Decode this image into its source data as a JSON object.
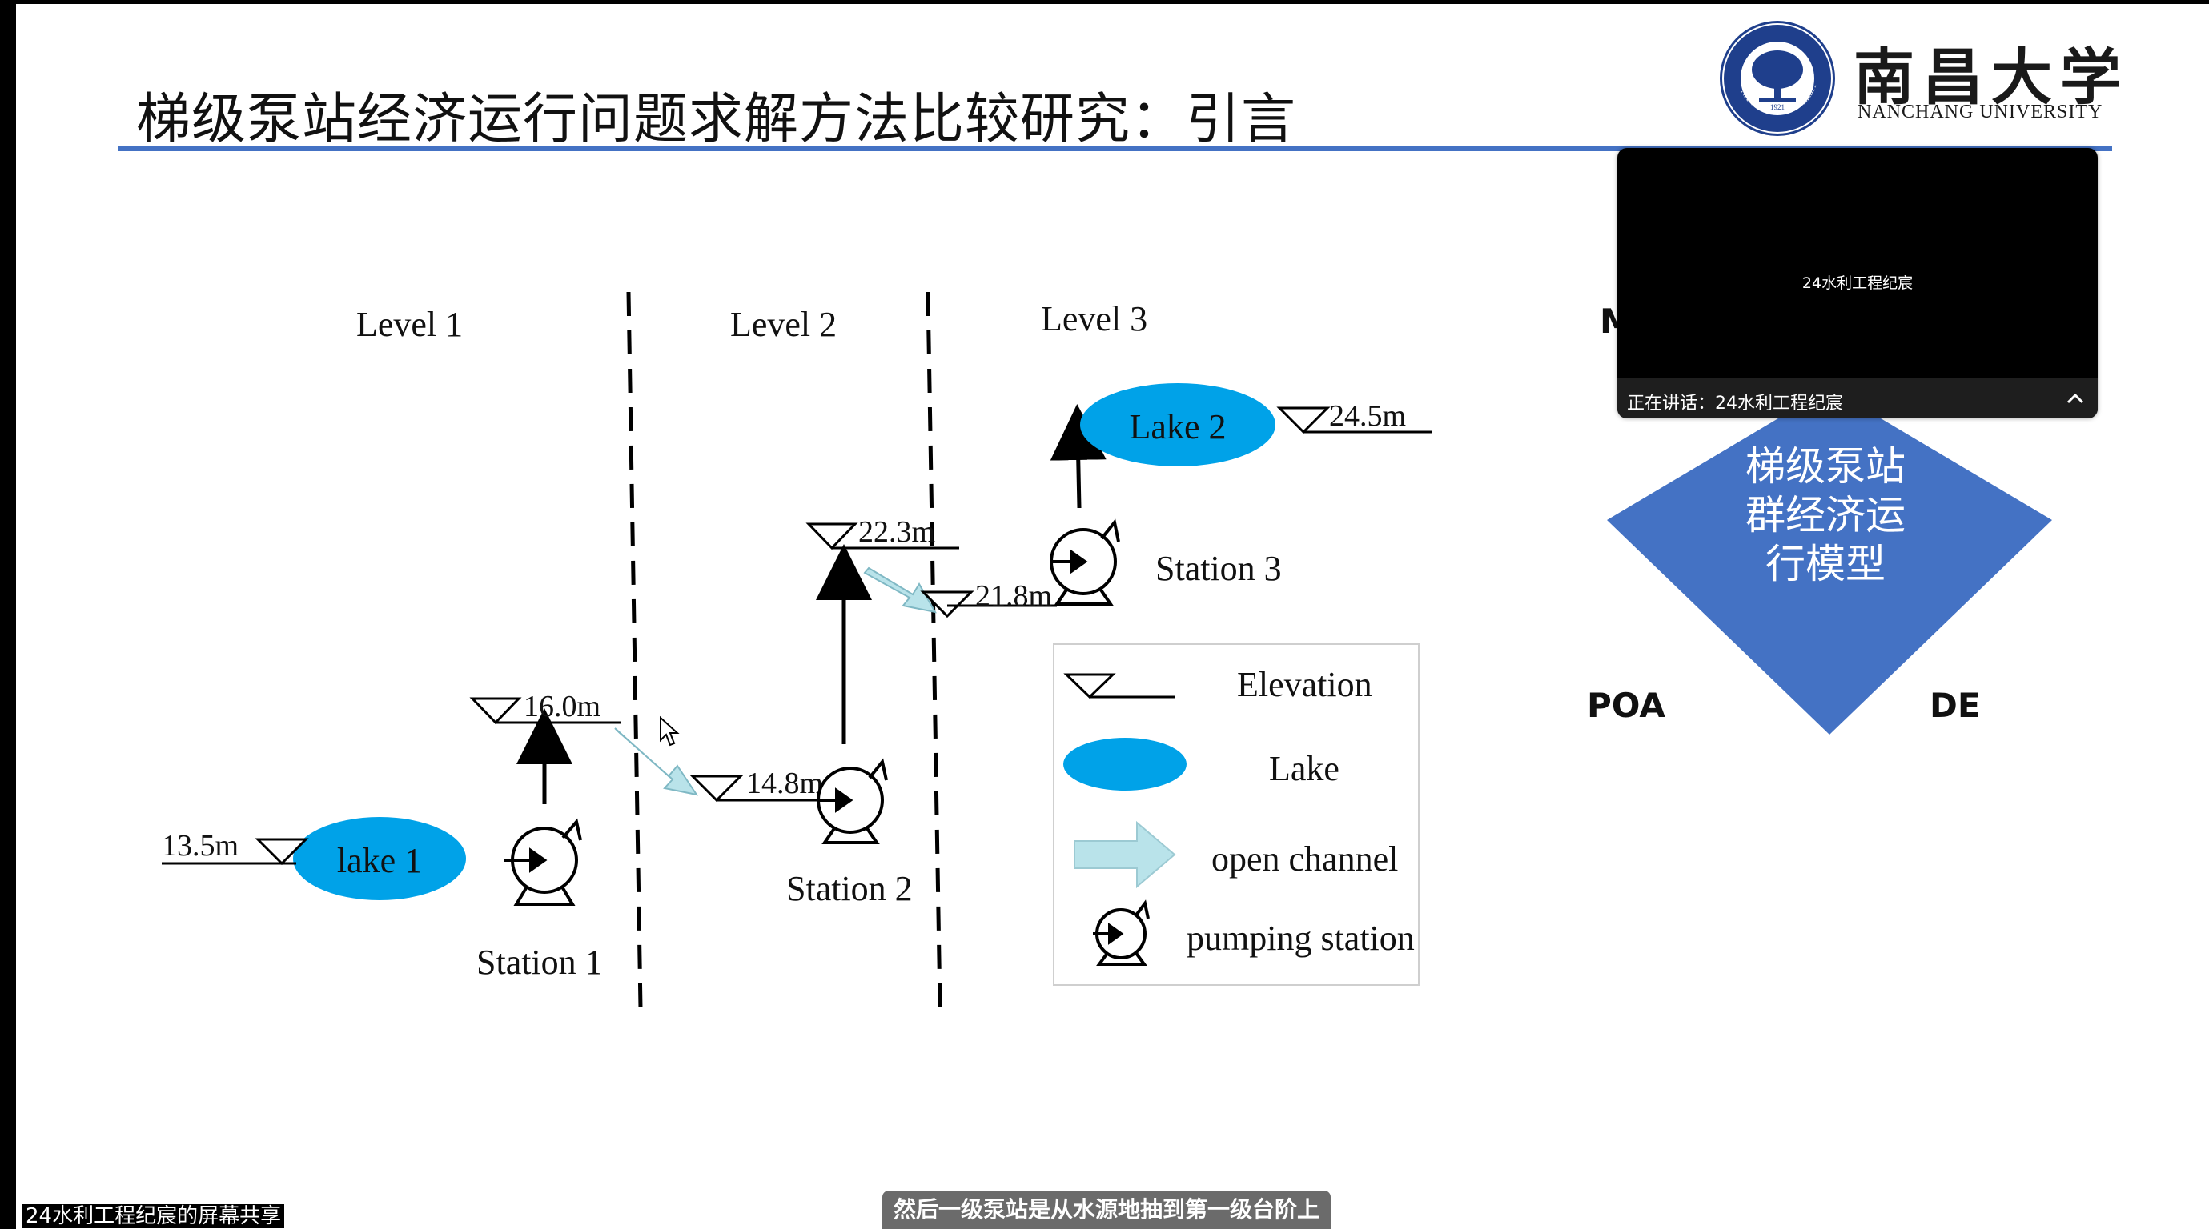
{
  "slide": {
    "title": "梯级泵站经济运行问题求解方法比较研究：引言"
  },
  "logo": {
    "name_cn": "南昌大学",
    "name_en": "NANCHANG UNIVERSITY",
    "seal_text": "NANCHANG UNIVERSITY",
    "seal_year": "1921"
  },
  "diagram": {
    "levels": [
      "Level 1",
      "Level 2",
      "Level 3"
    ],
    "lakes": [
      "lake 1",
      "Lake 2"
    ],
    "stations": [
      "Station 1",
      "Station 2",
      "Station 3"
    ],
    "elevations": [
      "13.5m",
      "16.0m",
      "14.8m",
      "22.3m",
      "21.8m",
      "24.5m"
    ],
    "legend": {
      "elevation": "Elevation",
      "lake": "Lake",
      "open_channel": "open channel",
      "pumping_station": "pumping station"
    },
    "colors": {
      "lake_fill": "#00A2E8",
      "channel_fill": "#B9E3EA"
    }
  },
  "model": {
    "partial_letter": "M",
    "diamond_lines": [
      "梯级泵站",
      "群经济运",
      "行模型"
    ],
    "left_label": "POA",
    "right_label": "DE",
    "diamond_color": "#4472C4"
  },
  "video": {
    "participant_name": "24水利工程纪宸",
    "speaking_text": "正在讲话：24水利工程纪宸"
  },
  "screen_share_label": "24水利工程纪宸的屏幕共享",
  "subtitle": "然后一级泵站是从水源地抽到第一级台阶上"
}
